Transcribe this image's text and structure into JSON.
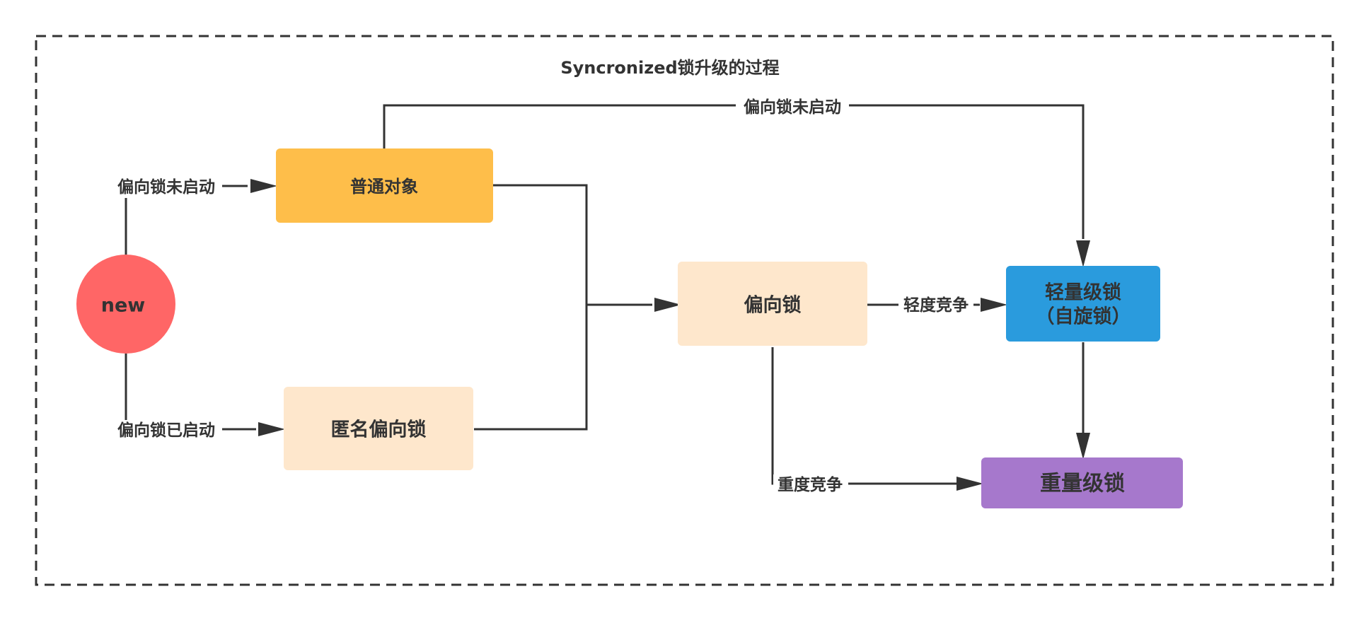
{
  "title": "Syncronized锁升级的过程",
  "colors": {
    "stroke": "#333333",
    "new": "#FF6666",
    "normal_object": "#FEBE4A",
    "pale": "#FEE7CC",
    "lightweight": "#2A9BDD",
    "heavyweight": "#A678CC"
  },
  "nodes": {
    "new": {
      "label": "new"
    },
    "normal_object": {
      "label": "普通对象"
    },
    "anonymous_biased_lock": {
      "label": "匿名偏向锁"
    },
    "biased_lock": {
      "label": "偏向锁"
    },
    "lightweight_lock": {
      "label_line1": "轻量级锁",
      "label_line2": "（自旋锁）"
    },
    "heavyweight_lock": {
      "label": "重量级锁"
    }
  },
  "edges": {
    "new_to_normal": {
      "label": "偏向锁未启动"
    },
    "new_to_anonymous": {
      "label": "偏向锁已启动"
    },
    "normal_to_lightweight": {
      "label": "偏向锁未启动"
    },
    "biased_to_lightweight": {
      "label": "轻度竞争"
    },
    "biased_to_heavyweight": {
      "label": "重度竞争"
    }
  }
}
